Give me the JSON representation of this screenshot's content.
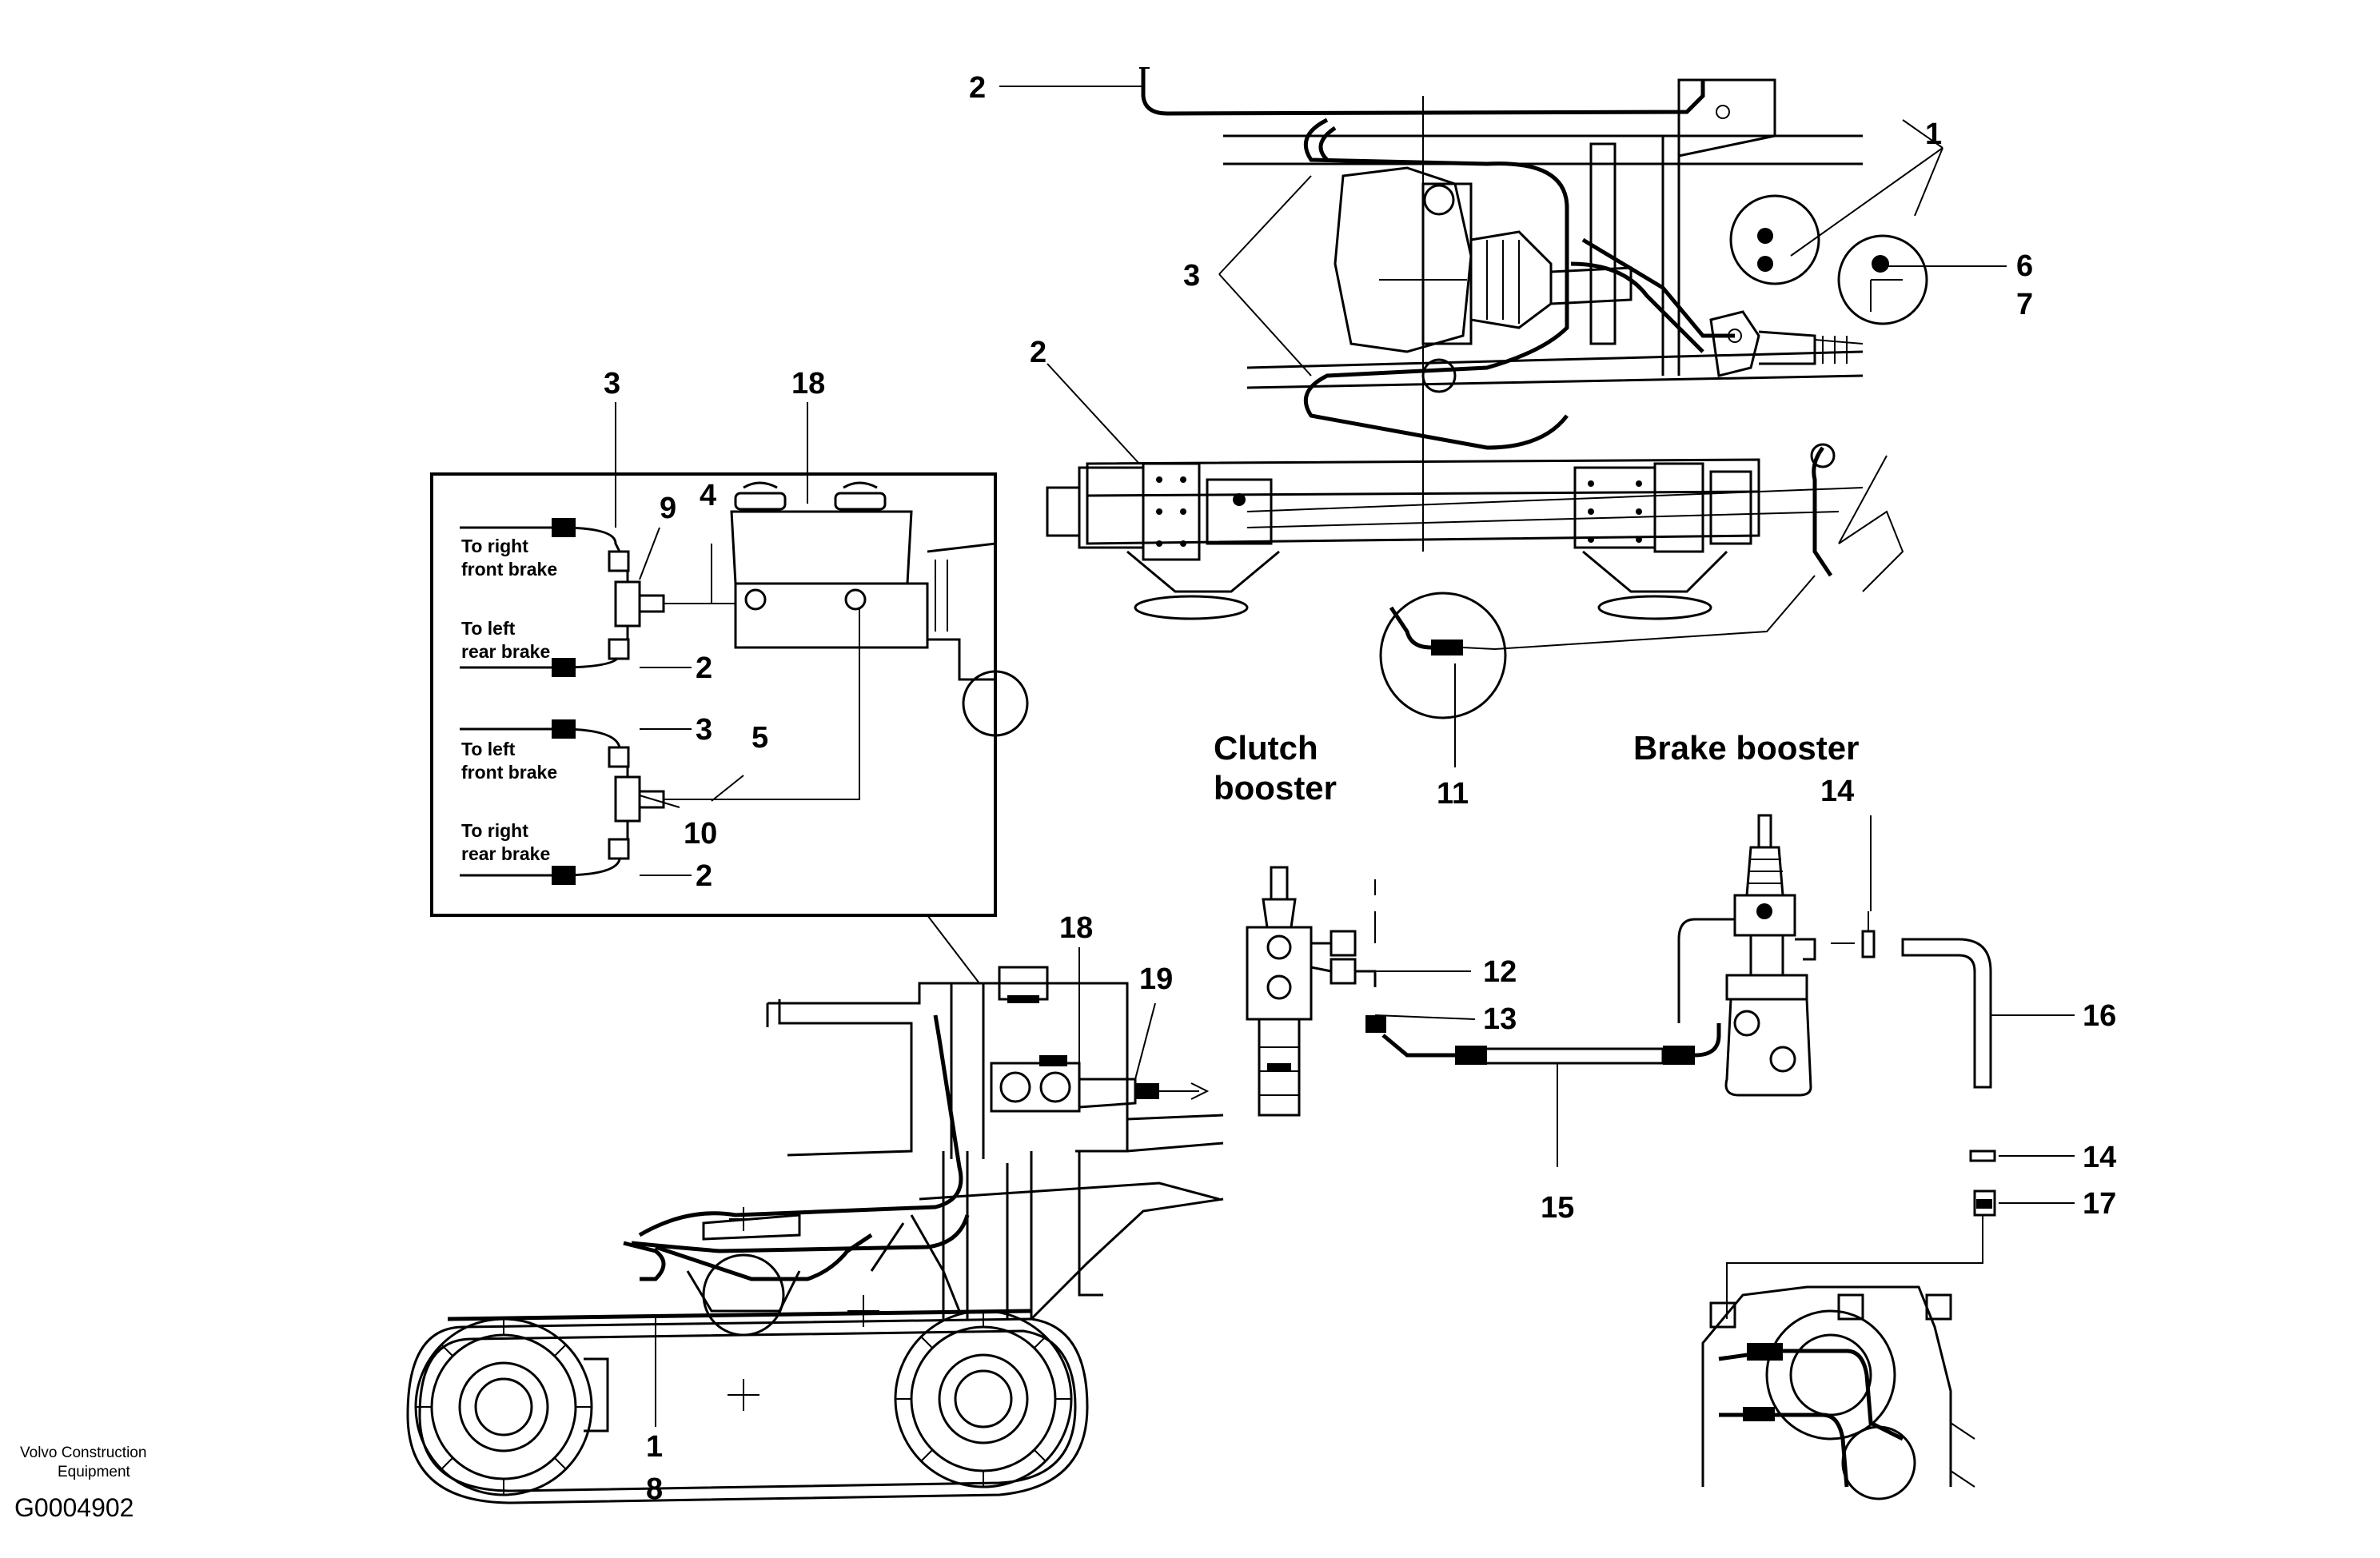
{
  "callouts": {
    "c1": "1",
    "c2": "2",
    "c3": "3",
    "c4": "4",
    "c5": "5",
    "c6": "6",
    "c7": "7",
    "c8": "8",
    "c9": "9",
    "c10": "10",
    "c11": "11",
    "c12": "12",
    "c13": "13",
    "c14": "14",
    "c15": "15",
    "c16": "16",
    "c17": "17",
    "c18": "18",
    "c19": "19"
  },
  "titles": {
    "clutch_line1": "Clutch",
    "clutch_line2": "booster",
    "brake_booster": "Brake booster"
  },
  "inset": {
    "right_front_1": "To right",
    "right_front_2": "front brake",
    "left_rear_1": "To left",
    "left_rear_2": "rear brake",
    "left_front_1": "To left",
    "left_front_2": "front brake",
    "right_rear_1": "To right",
    "right_rear_2": "rear brake"
  },
  "footer": {
    "brand_line1": "Volvo Construction",
    "brand_line2": "Equipment",
    "figure_id": "G0004902"
  }
}
